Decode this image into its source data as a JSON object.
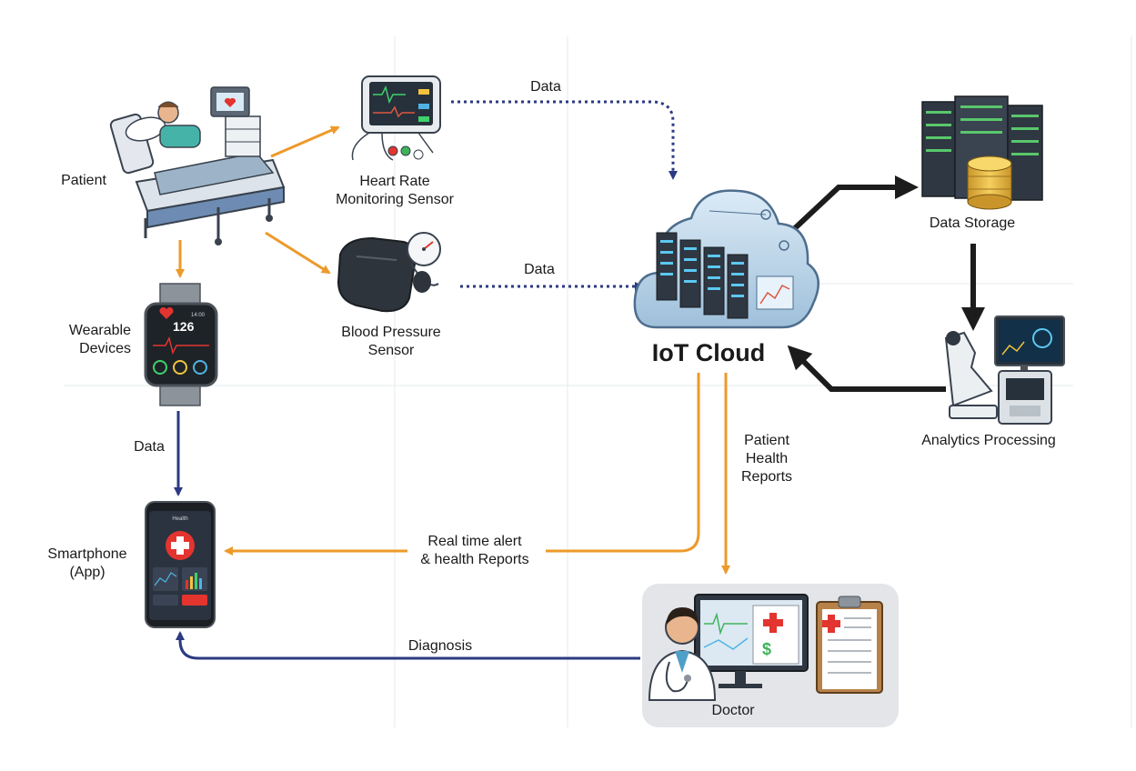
{
  "nodes": {
    "patient": {
      "label": "Patient"
    },
    "heart_rate_sensor": {
      "line1": "Heart Rate",
      "line2": "Monitoring Sensor"
    },
    "blood_pressure_sensor": {
      "line1": "Blood Pressure",
      "line2": "Sensor"
    },
    "wearable": {
      "line1": "Wearable",
      "line2": "Devices",
      "watch_reading": "126",
      "watch_corner": "14:00"
    },
    "smartphone": {
      "line1": "Smartphone",
      "line2": "(App)",
      "app_header": "Health"
    },
    "iot_cloud": {
      "label": "IoT Cloud"
    },
    "data_storage": {
      "label": "Data Storage"
    },
    "analytics": {
      "label": "Analytics Processing"
    },
    "doctor": {
      "label": "Doctor"
    }
  },
  "edges": {
    "hr_to_cloud": {
      "label": "Data"
    },
    "bp_to_cloud": {
      "label": "Data"
    },
    "wearable_to_phone": {
      "label": "Data"
    },
    "cloud_to_doctor": {
      "line1": "Patient",
      "line2": "Health",
      "line3": "Reports"
    },
    "cloud_to_phone": {
      "line1": "Real time alert",
      "line2": "& health Reports"
    },
    "doctor_to_phone": {
      "label": "Diagnosis"
    }
  },
  "colors": {
    "orange": "#ED9A2A",
    "navy": "#2B3A82",
    "black": "#1c1c1c",
    "cloud_blue": "#8FB6D6",
    "panel_gray": "#E3E5E8"
  }
}
